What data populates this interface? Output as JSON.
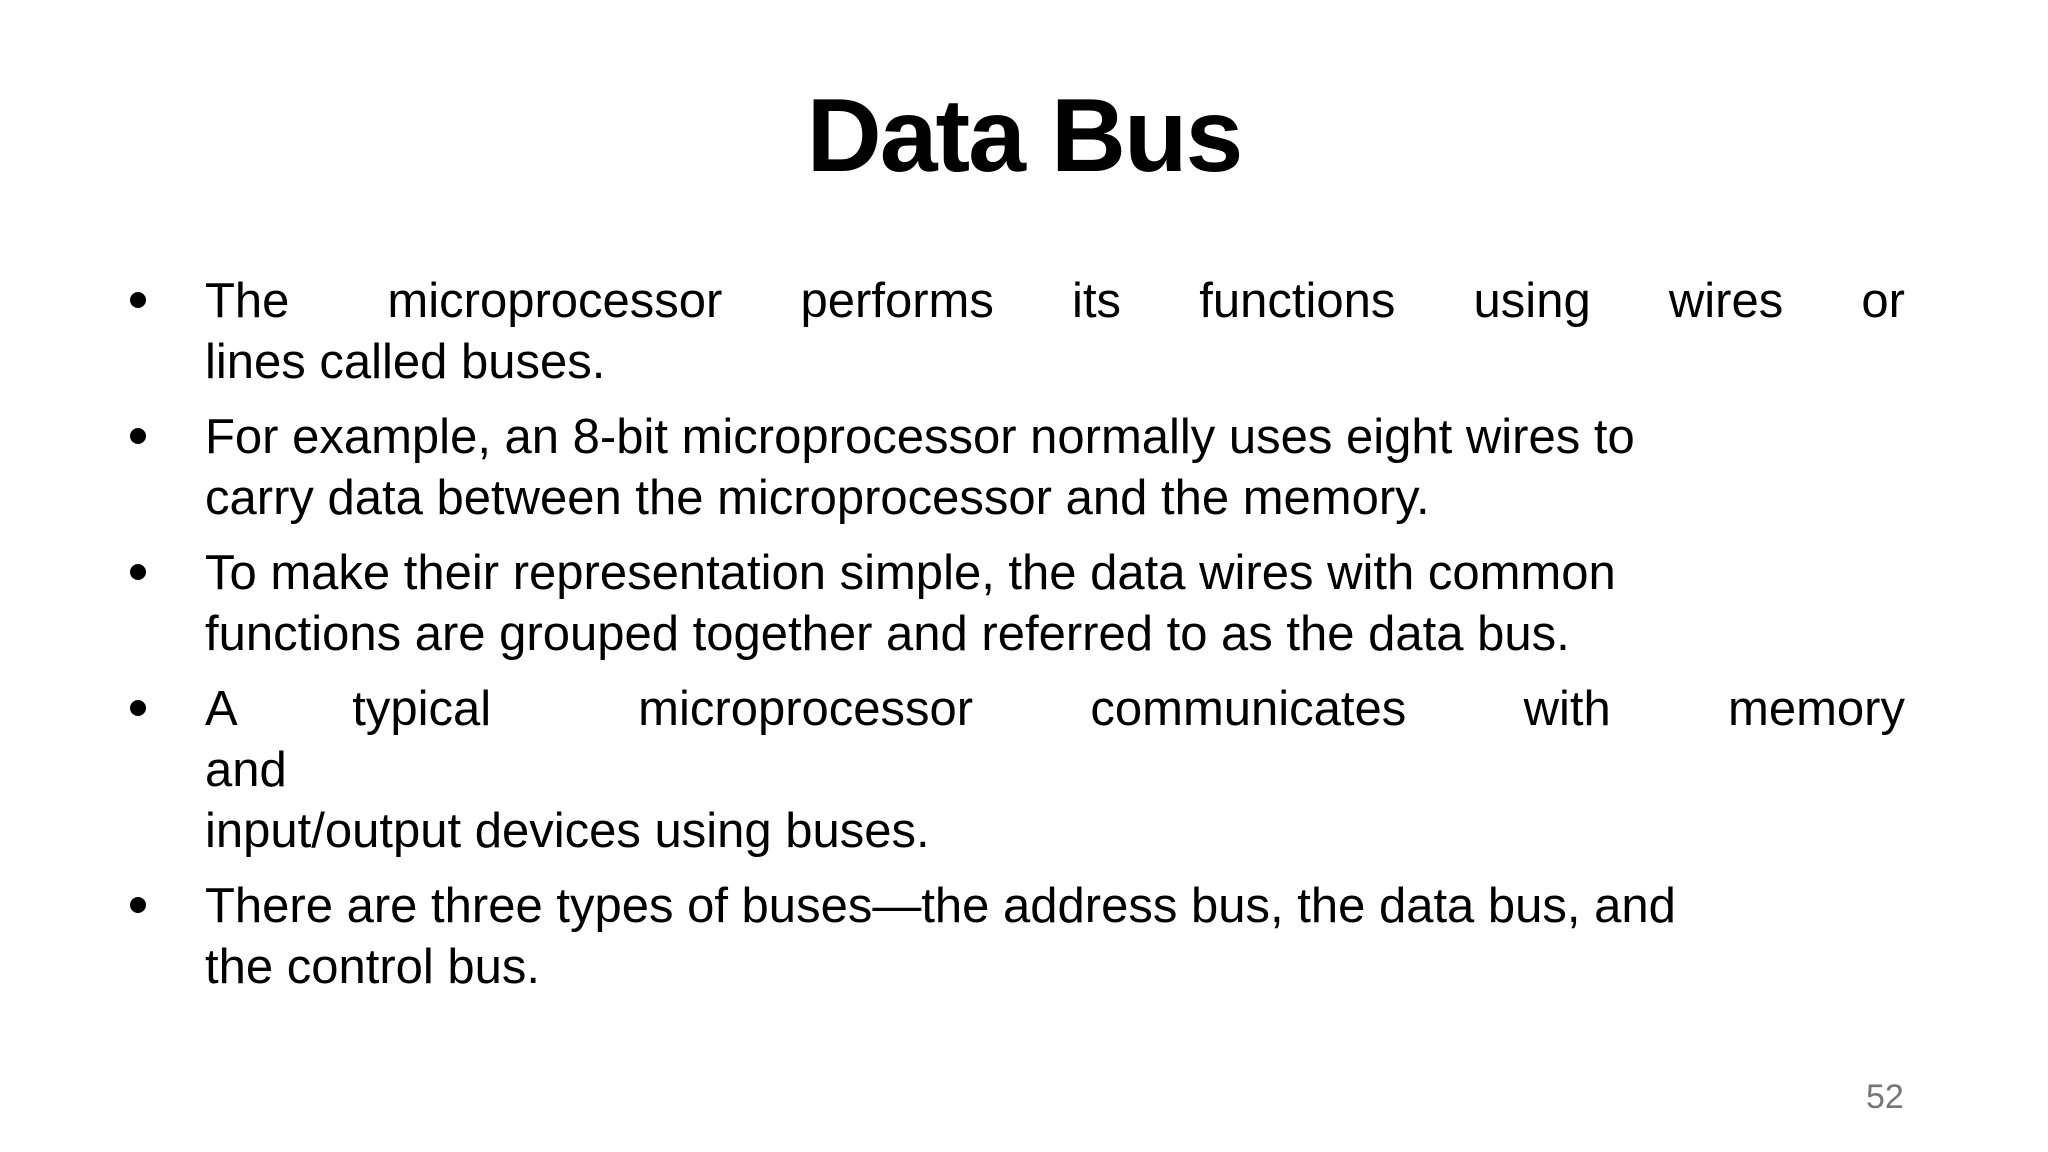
{
  "slide": {
    "title": "Data Bus",
    "page_number": "52",
    "colors": {
      "background": "#ffffff",
      "text": "#000000",
      "page_number": "#767676"
    },
    "bullet_icon": "filled-circle",
    "bullets": [
      {
        "lines": [
          {
            "text": "The  microprocessor performs its functions using wires or"
          },
          {
            "text": "lines called buses."
          }
        ]
      },
      {
        "lines": [
          {
            "text": "For example, an 8-bit microprocessor normally uses eight wires to"
          },
          {
            "text": "carry data between the microprocessor and the memory."
          }
        ]
      },
      {
        "lines": [
          {
            "text": "To make their representation simple, the data wires with common"
          },
          {
            "text": "functions are grouped together and referred to as the data bus."
          }
        ]
      },
      {
        "lines": [
          {
            "text": "A typical   microprocessor communicates with memory"
          },
          {
            "text": "and"
          },
          {
            "text": "input/output devices using buses."
          }
        ]
      },
      {
        "lines": [
          {
            "text": "There are three types of buses—the address bus, the data bus, and"
          },
          {
            "text": "the control bus."
          }
        ]
      }
    ]
  }
}
